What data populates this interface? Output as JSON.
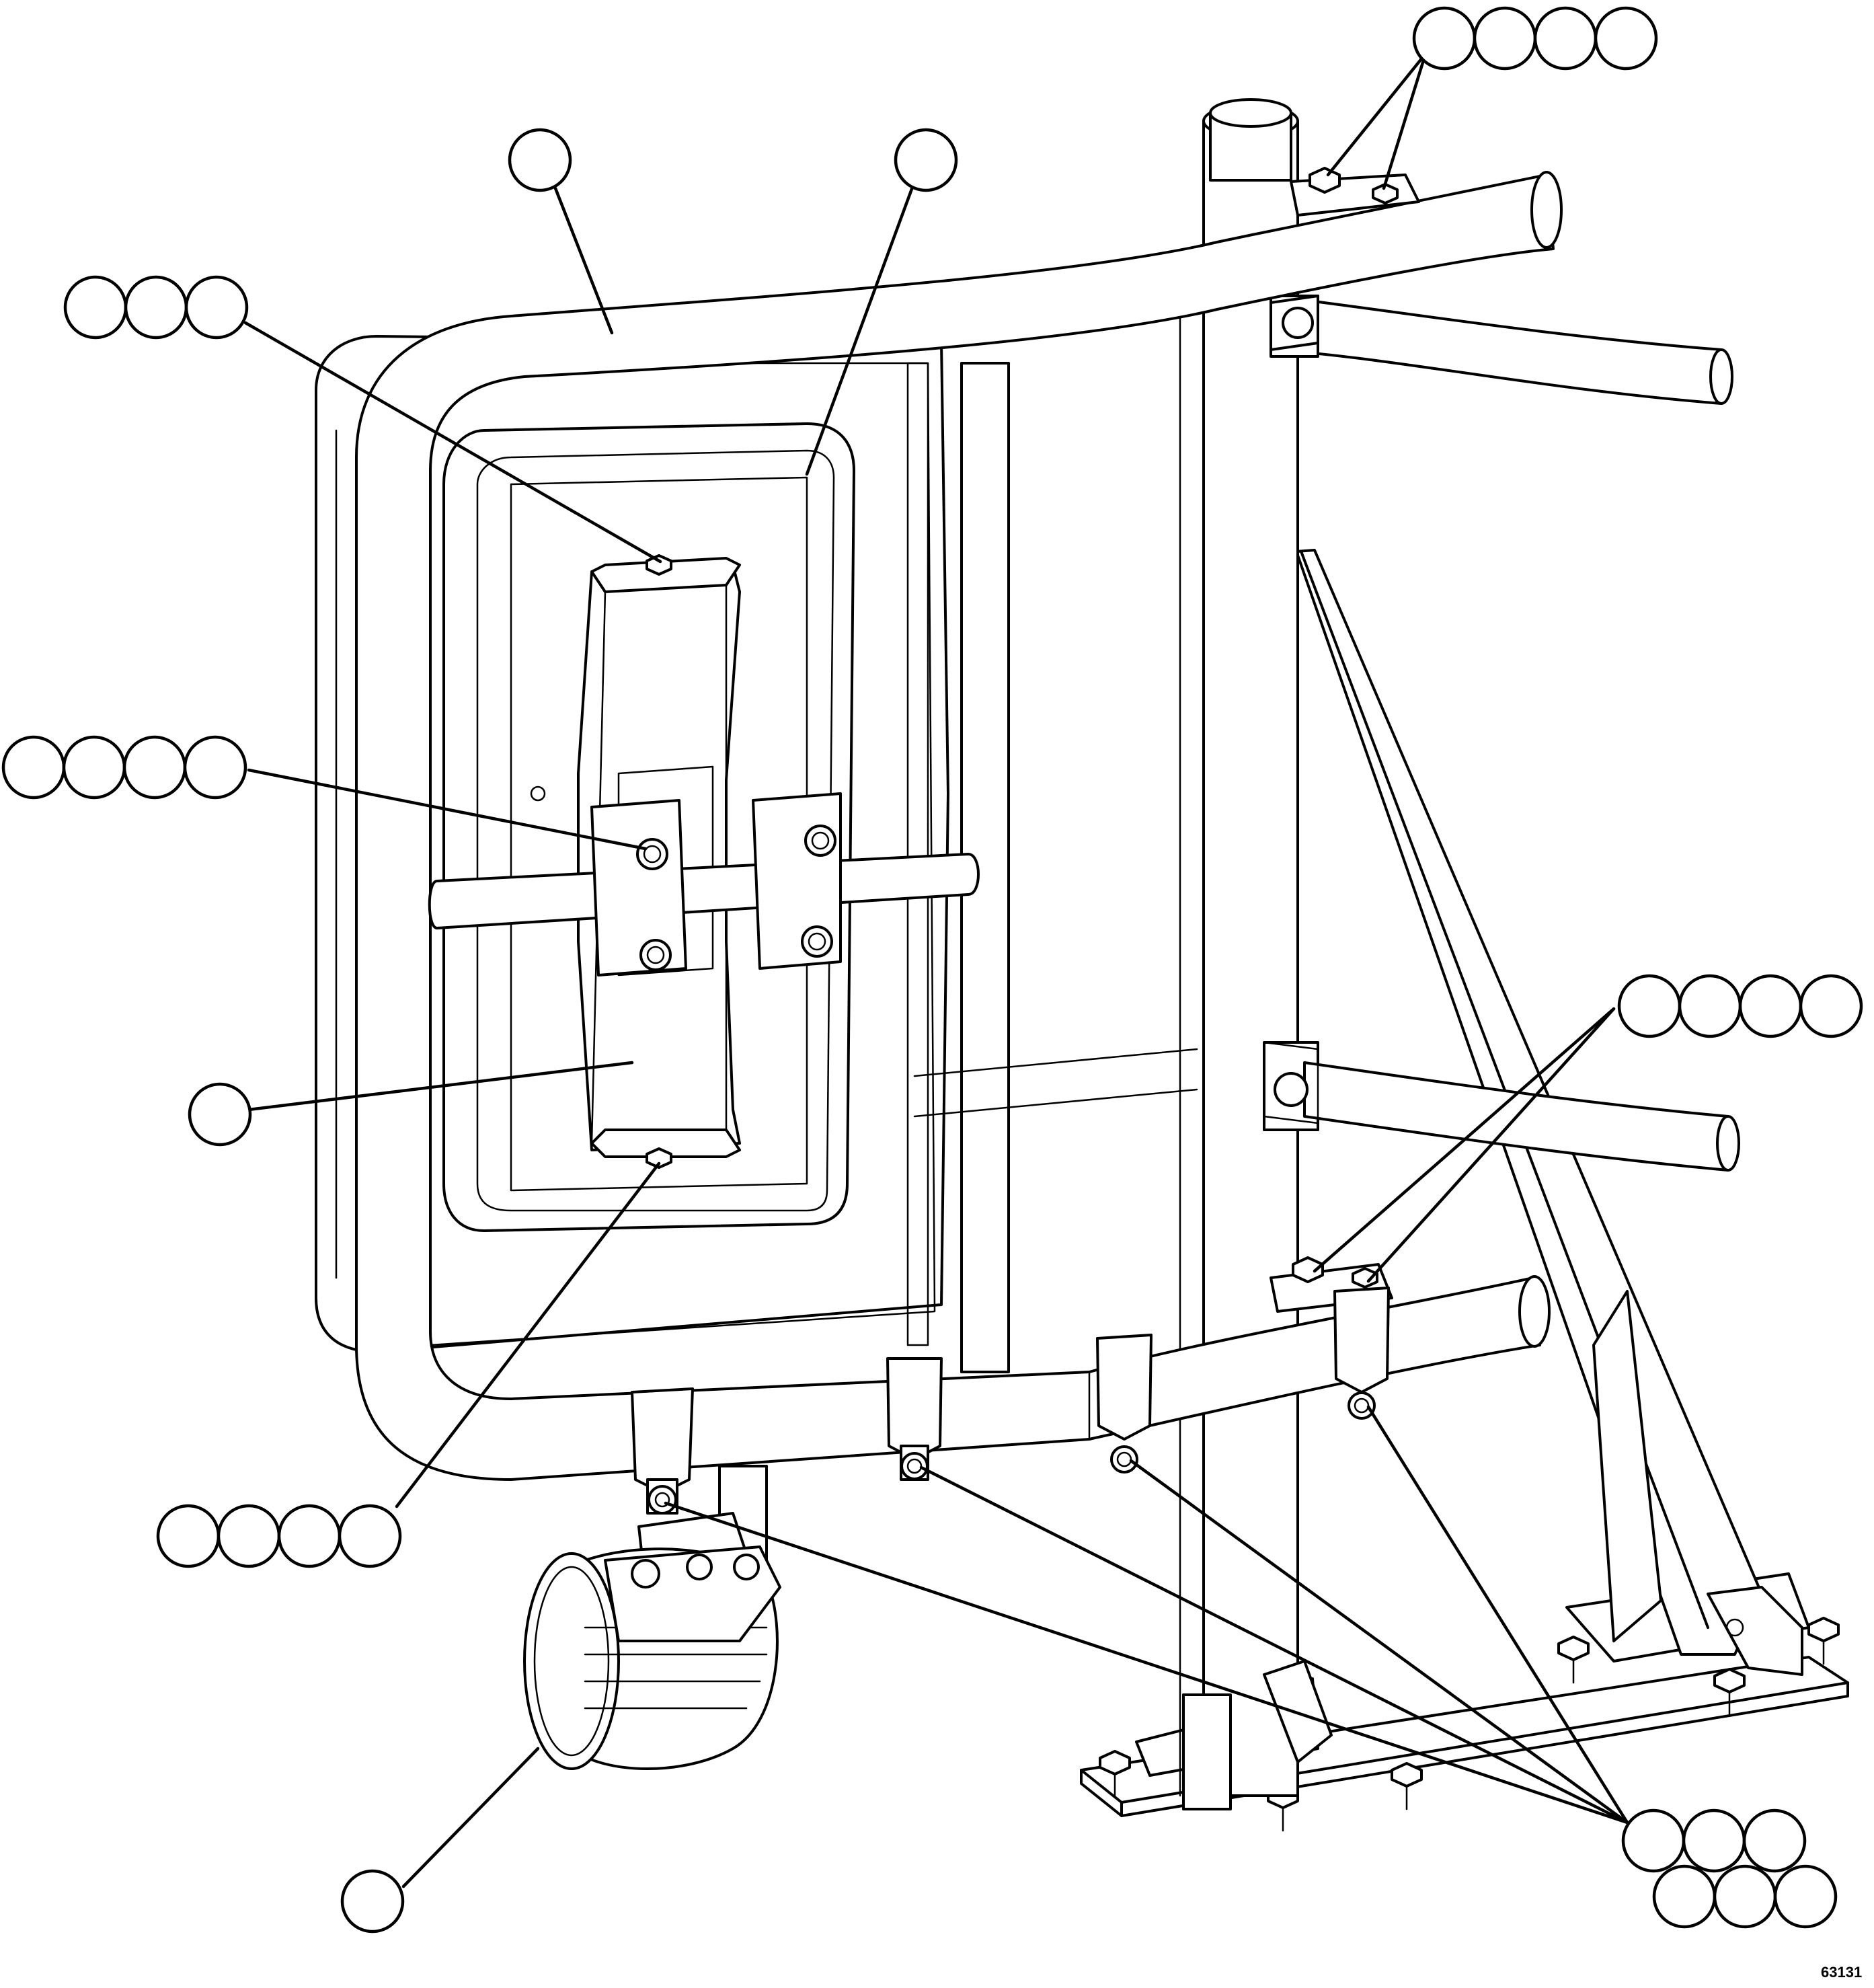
{
  "figure": {
    "figure_number": "63131"
  },
  "callout_groups": [
    {
      "id": "top-right-bolts",
      "bubble_count": 4
    },
    {
      "id": "mirror-head-frame",
      "bubble_count": 1
    },
    {
      "id": "mirror-back-plate",
      "bubble_count": 1
    },
    {
      "id": "upper-bracket-bolt",
      "bubble_count": 3
    },
    {
      "id": "clamp-block-bolts",
      "bubble_count": 4
    },
    {
      "id": "mirror-bracket",
      "bubble_count": 1
    },
    {
      "id": "lower-bracket-bolt",
      "bubble_count": 4
    },
    {
      "id": "lower-right-clamp-bolts",
      "bubble_count": 4
    },
    {
      "id": "work-light",
      "bubble_count": 1
    },
    {
      "id": "tube-clamp-nuts",
      "bubble_count": 6
    }
  ],
  "components": [
    "mirror-support-tube",
    "mirror-housing",
    "mirror-glass",
    "mirror-bracket",
    "clamp-blocks",
    "vertical-post",
    "diagonal-brace",
    "base-plate",
    "horizontal-arms",
    "tube-clamps",
    "work-light"
  ]
}
